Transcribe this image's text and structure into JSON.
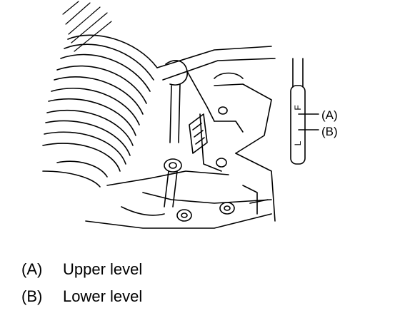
{
  "diagram": {
    "gauge": {
      "marks": [
        "F",
        "L"
      ],
      "callouts": [
        {
          "key": "A",
          "label": "(A)"
        },
        {
          "key": "B",
          "label": "(B)"
        }
      ]
    }
  },
  "legend": [
    {
      "letter": "(A)",
      "text": "Upper level"
    },
    {
      "letter": "(B)",
      "text": "Lower level"
    }
  ],
  "colors": {
    "ink": "#000000",
    "paper": "#ffffff"
  }
}
